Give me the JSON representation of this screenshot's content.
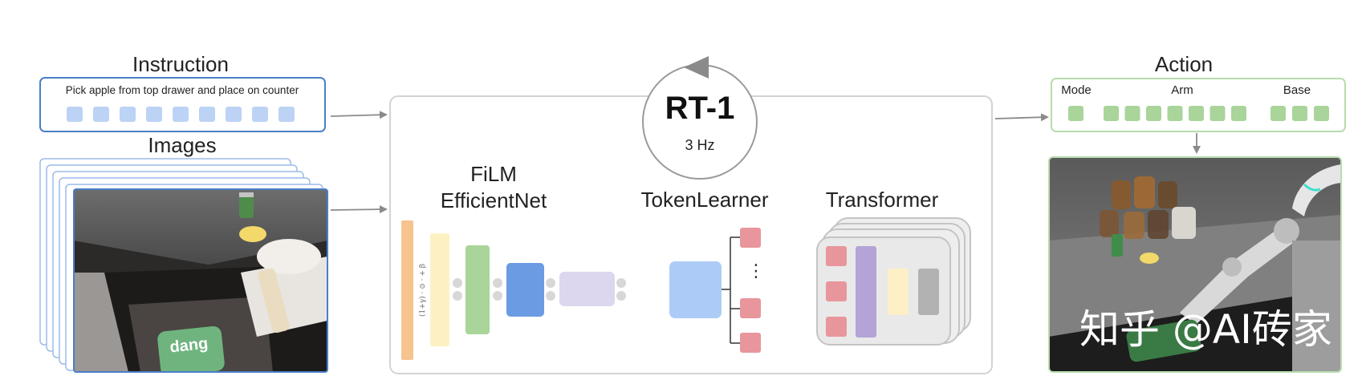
{
  "instruction": {
    "heading": "Instruction",
    "text": "Pick apple from top drawer and place on counter",
    "token_count": 9
  },
  "images": {
    "heading": "Images",
    "photo_texts": [
      "dang"
    ]
  },
  "rt1": {
    "title": "RT-1",
    "rate": "3 Hz"
  },
  "film": {
    "heading_line1": "FiLM",
    "heading_line2": "EfficientNet",
    "formula": "(1+γ) · ⊙ · + β"
  },
  "tokenlearner": {
    "heading": "TokenLearner",
    "ellipsis": "⋮"
  },
  "transformer": {
    "heading": "Transformer"
  },
  "action": {
    "heading": "Action",
    "mode_label": "Mode",
    "arm_label": "Arm",
    "base_label": "Base",
    "mode_tokens": 1,
    "arm_tokens": 7,
    "base_tokens": 3
  },
  "watermark": {
    "text": "知乎 @AI砖家"
  },
  "colors": {
    "instruction_border": "#4a7fc8",
    "instruction_token": "#bcd3f5",
    "image_frame": "#9cbbe8",
    "main_box_border": "#d3d3d3",
    "arrow": "#8a8a8a",
    "film_orange": "#f6c48f",
    "film_yellow": "#fdf1c4",
    "film_green": "#a9d49a",
    "film_blue": "#6b9be3",
    "film_lavender": "#dcd6ee",
    "token_blue": "#adcbf7",
    "token_red": "#e8969b",
    "transformer_purple": "#b3a3d6",
    "transformer_cream": "#fdf0c6",
    "transformer_gray": "#b2b2b2",
    "action_border": "#b8dcae",
    "action_token": "#a9d49a"
  }
}
